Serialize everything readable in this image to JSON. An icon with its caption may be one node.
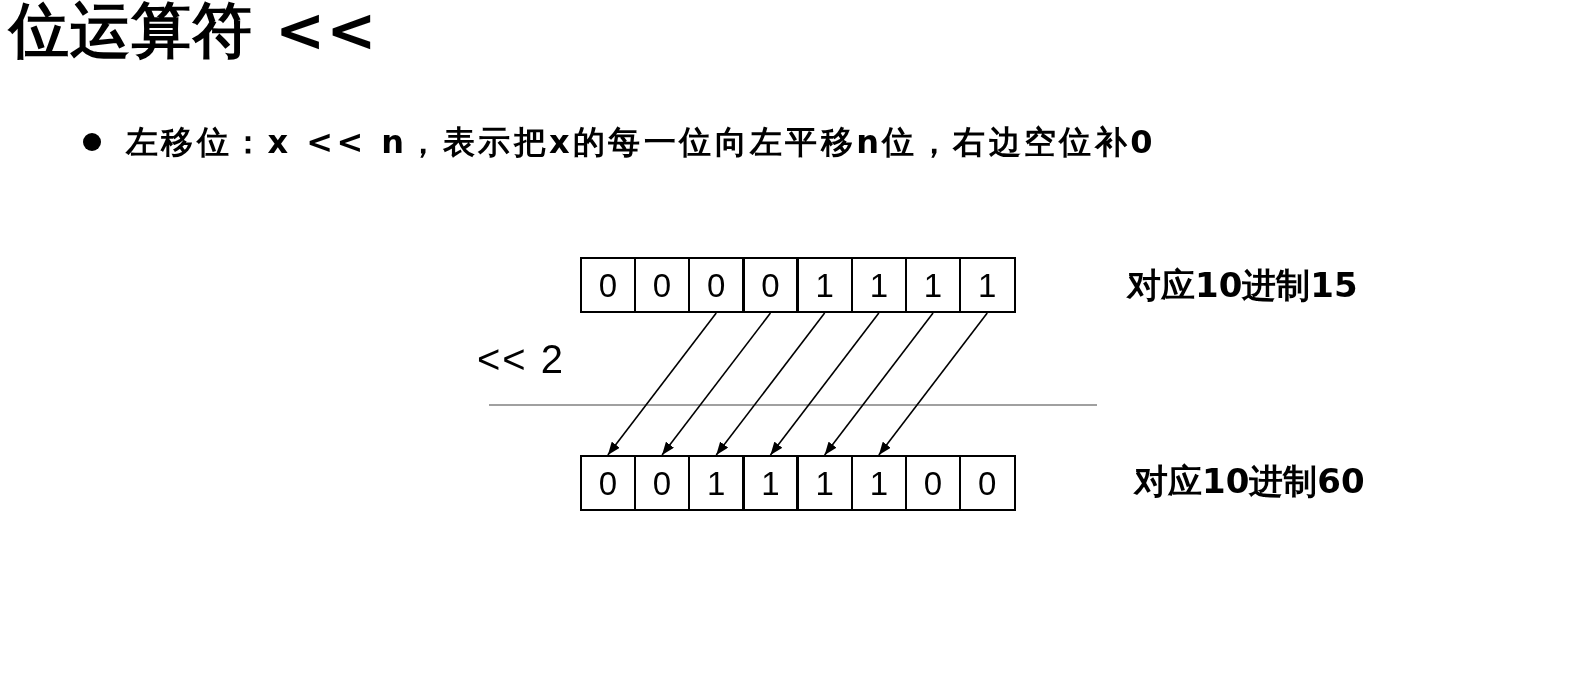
{
  "diagram": {
    "title": "位运算符 <<",
    "nodes": [
      {
        "text": [
          "0"
        ]
      },
      {
        "text": [
          "0"
        ]
      },
      {
        "text": [
          "0"
        ]
      },
      {
        "text": [
          "0"
        ]
      },
      {
        "text": [
          "1"
        ]
      },
      {
        "text": [
          "1"
        ]
      },
      {
        "text": [
          "1"
        ]
      },
      {
        "text": [
          "1"
        ]
      },
      {
        "text": [
          "0"
        ]
      },
      {
        "text": [
          "0"
        ]
      },
      {
        "text": [
          "1"
        ]
      },
      {
        "text": [
          "1"
        ]
      },
      {
        "text": [
          "1"
        ]
      },
      {
        "text": [
          "1"
        ]
      },
      {
        "text": [
          "0"
        ]
      },
      {
        "text": [
          "0"
        ]
      }
    ],
    "edges": [
      {
        "from": 2,
        "to": 8,
        "arrow": "to"
      },
      {
        "from": 3,
        "to": 9,
        "arrow": "to"
      },
      {
        "from": 4,
        "to": 10,
        "arrow": "to"
      },
      {
        "from": 5,
        "to": 11,
        "arrow": "to"
      },
      {
        "from": 6,
        "to": 12,
        "arrow": "to"
      },
      {
        "from": 7,
        "to": 13,
        "arrow": "to"
      }
    ],
    "labels": [
      "左移位：x << n，表示把x的每一位向左平移n位，右边空位补0",
      "对应10进制15",
      "<< 2",
      "对应10进制60"
    ]
  }
}
